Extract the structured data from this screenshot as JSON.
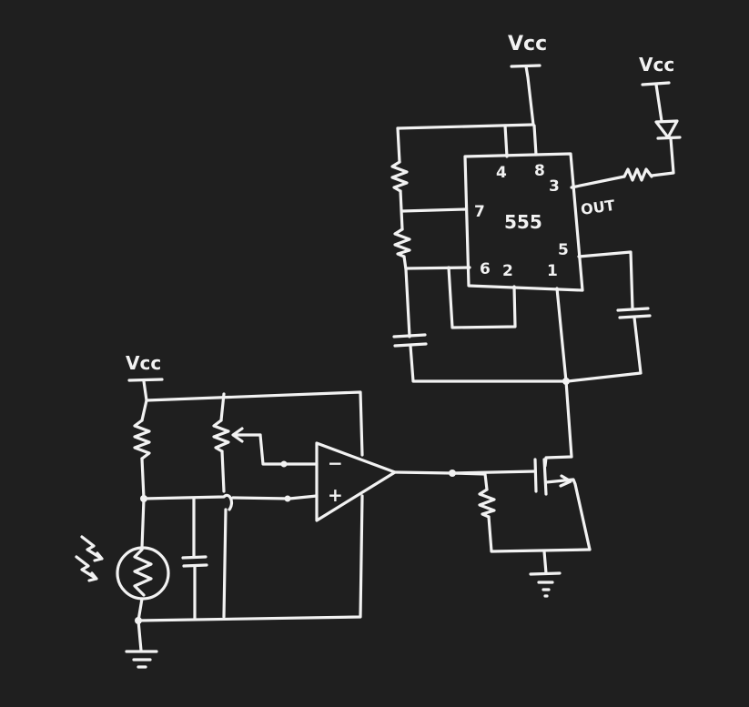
{
  "labels": {
    "vcc_555": "Vcc",
    "vcc_led": "Vcc",
    "vcc_sensor": "Vcc",
    "chip_name": "555",
    "pin_4": "4",
    "pin_8": "8",
    "pin_3": "3",
    "pin_7": "7",
    "pin_5": "5",
    "pin_6": "6",
    "pin_2": "2",
    "pin_1": "1",
    "out_label": "OUT",
    "opamp_minus": "−",
    "opamp_plus": "+"
  },
  "colors": {
    "background": "#1f1f1f",
    "ink": "#f2f2f2"
  }
}
